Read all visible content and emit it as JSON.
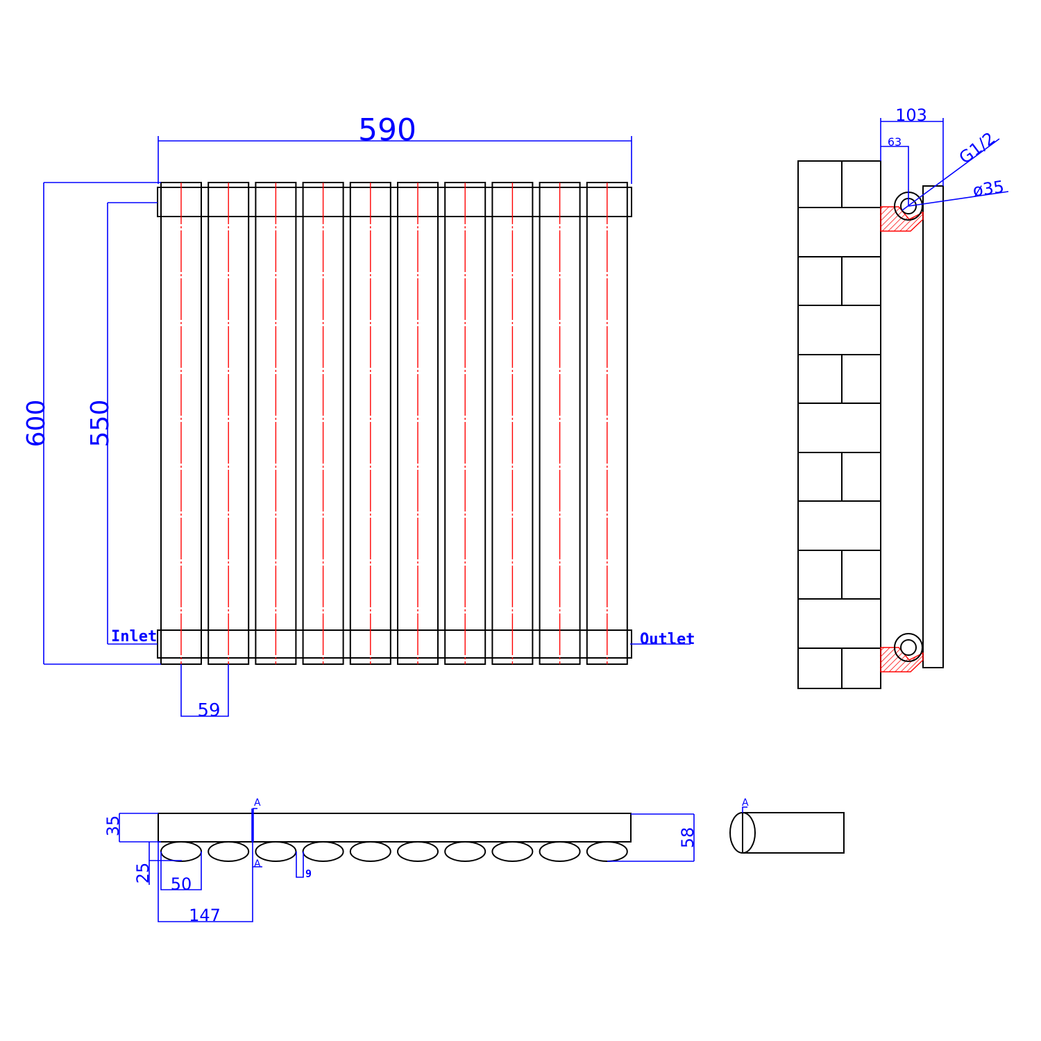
{
  "colors": {
    "outline": "#000000",
    "dimension": "#0000ff",
    "centerline": "#ff0000"
  },
  "front_view": {
    "column_count": 10,
    "dims": {
      "width": "590",
      "height": "600",
      "pipe_centres": "550",
      "column_width": "59"
    },
    "labels": {
      "inlet": "Inlet",
      "outlet": "Outlet"
    }
  },
  "side_view": {
    "dims": {
      "depth": "103",
      "pipe_offset": "63",
      "thread": "G1/2",
      "pipe_diameter": "ø35"
    }
  },
  "top_view": {
    "dims": {
      "header_depth": "35",
      "column_depth": "25",
      "column_width": "50",
      "section_offset": "147",
      "gap": "9",
      "total_depth": "58"
    },
    "section_mark": "A"
  },
  "section": {
    "mark": "A"
  }
}
